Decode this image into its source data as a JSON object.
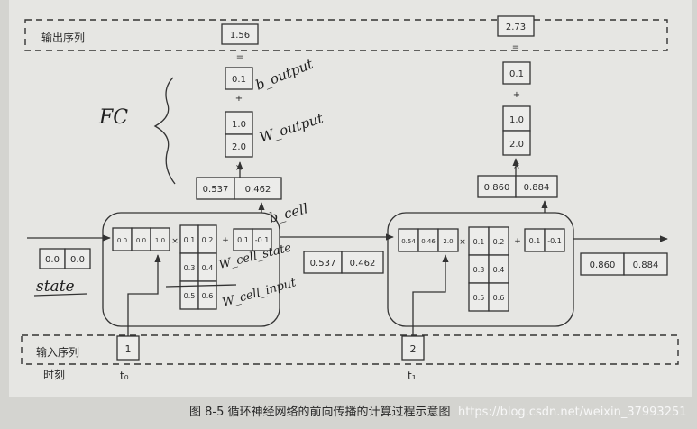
{
  "labels": {
    "output_seq": "输出序列",
    "input_seq": "输入序列",
    "time": "时刻",
    "t0": "t₀",
    "t1": "t₁",
    "caption": "图 8-5   循环神经网络的前向传播的计算过程示意图",
    "watermark": "https://blog.csdn.net/weixin_37993251"
  },
  "handwriting": {
    "fc": "FC",
    "b_output": "b_output",
    "w_output": "W_output",
    "b_cell": "b_cell",
    "w_cell_state": "W_cell_state",
    "w_cell_input": "W_cell_input",
    "state": "state"
  },
  "ops": {
    "eq": "=",
    "plus": "+",
    "times": "×"
  },
  "initial_state": [
    "0.0",
    "0.0"
  ],
  "steps": [
    {
      "input": "1",
      "concat": [
        "0.0",
        "0.0",
        "1.0"
      ],
      "weights": [
        "0.1",
        "0.2",
        "0.3",
        "0.4",
        "0.5",
        "0.6"
      ],
      "bias": [
        "0.1",
        "-0.1"
      ],
      "state_out": [
        "0.537",
        "0.462"
      ],
      "w_output": [
        "1.0",
        "2.0"
      ],
      "b_output": "0.1",
      "output": "1.56"
    },
    {
      "input": "2",
      "concat": [
        "0.54",
        "0.46",
        "2.0"
      ],
      "weights": [
        "0.1",
        "0.2",
        "0.3",
        "0.4",
        "0.5",
        "0.6"
      ],
      "bias": [
        "0.1",
        "-0.1"
      ],
      "state_out": [
        "0.860",
        "0.884"
      ],
      "w_output": [
        "1.0",
        "2.0"
      ],
      "b_output": "0.1",
      "output": "2.73"
    }
  ],
  "connector_state": [
    "0.537",
    "0.462"
  ],
  "final_state": [
    "0.860",
    "0.884"
  ]
}
